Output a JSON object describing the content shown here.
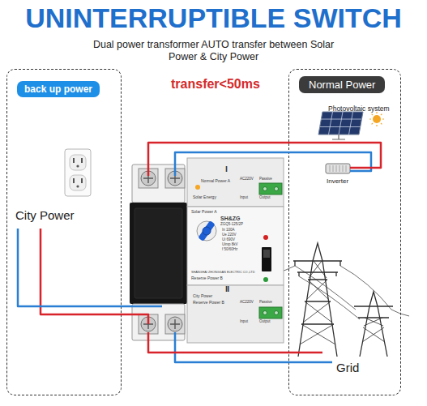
{
  "diagram": {
    "title": "UNINTERRUPTIBLE SWITCH",
    "nodes": [
      {
        "text": [
          "back up power",
          "City Power"
        ]
      },
      {
        "text": [
          "Ⅰ",
          "Normal Power A",
          "Solar Energy",
          "AC220V",
          "Passive",
          "Input",
          "Output",
          "Solar Power A",
          "SH&ZG",
          "ZGQ5-125/2P",
          "In 100A",
          "Ue 220V",
          "Ui 690V",
          "Uimp 8kV",
          "f 50/60Hz",
          "SHANGHAI ZHONGGAN ELECTRIC CO.,LTD",
          "Reserve Power B",
          "Ⅱ",
          "City Power",
          "Reserve Power B",
          "AC220V",
          "Passive",
          "Input",
          "Output"
        ]
      },
      {
        "text": [
          "Normal Power",
          "Photovoltaic system",
          "Inverter",
          "Grid"
        ]
      }
    ],
    "edges": [
      {
        "from": 2,
        "to": 1,
        "arrow": "none"
      },
      {
        "from": 0,
        "to": 1,
        "arrow": "none"
      },
      {
        "from": 1,
        "to": 2,
        "arrow": "none"
      }
    ],
    "labels": [
      "Dual power transformer AUTO transfer between Solar Power & City Power",
      "transfer<50ms"
    ]
  }
}
